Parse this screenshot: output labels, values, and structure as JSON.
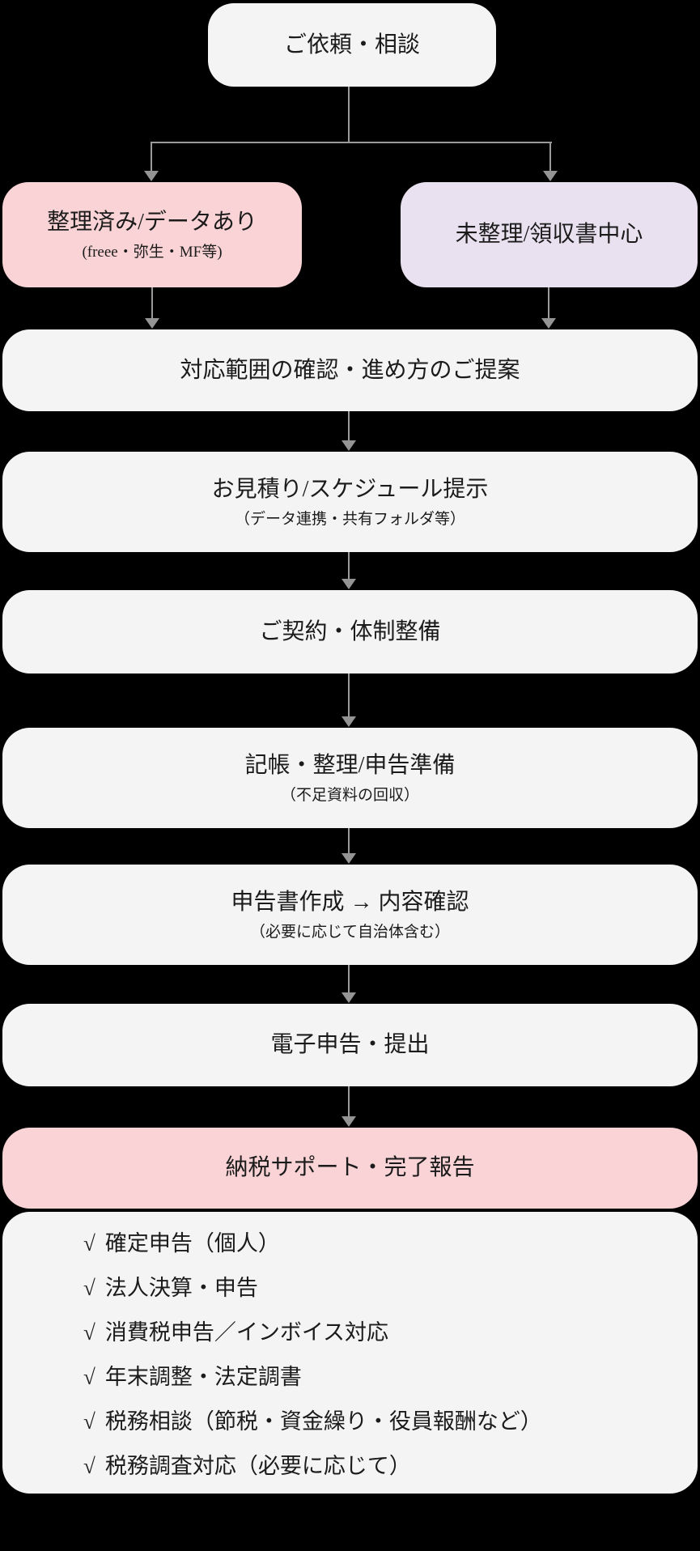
{
  "flow": {
    "start": {
      "title": "ご依頼・相談"
    },
    "branch_left": {
      "title": "整理済み/データあり",
      "subtitle": "(freee・弥生・MF等)"
    },
    "branch_right": {
      "title": "未整理/領収書中心"
    },
    "steps": [
      {
        "title": "対応範囲の確認・進め方のご提案",
        "subtitle": ""
      },
      {
        "title": "お見積り/スケジュール提示",
        "subtitle": "（データ連携・共有フォルダ等）"
      },
      {
        "title": "ご契約・体制整備",
        "subtitle": ""
      },
      {
        "title": "記帳・整理/申告準備",
        "subtitle": "（不足資料の回収）"
      },
      {
        "title": "申告書作成 → 内容確認",
        "subtitle": "（必要に応じて自治体含む）"
      },
      {
        "title": "電子申告・提出",
        "subtitle": ""
      }
    ],
    "final": {
      "title": "納税サポート・完了報告"
    },
    "services": {
      "check_glyph": "√",
      "items": [
        "確定申告（個人）",
        "法人決算・申告",
        "消費税申告／インボイス対応",
        "年末調整・法定調書",
        "税務相談（節税・資金繰り・役員報酬など）",
        "税務調査対応（必要に応じて）"
      ]
    }
  },
  "colors": {
    "background": "#000000",
    "box_bg": "#f4f4f4",
    "pink_bg": "#f9d3d5",
    "purple_bg": "#e9e1ef",
    "line": "#9a9a9a",
    "text": "#1b1b1b"
  }
}
